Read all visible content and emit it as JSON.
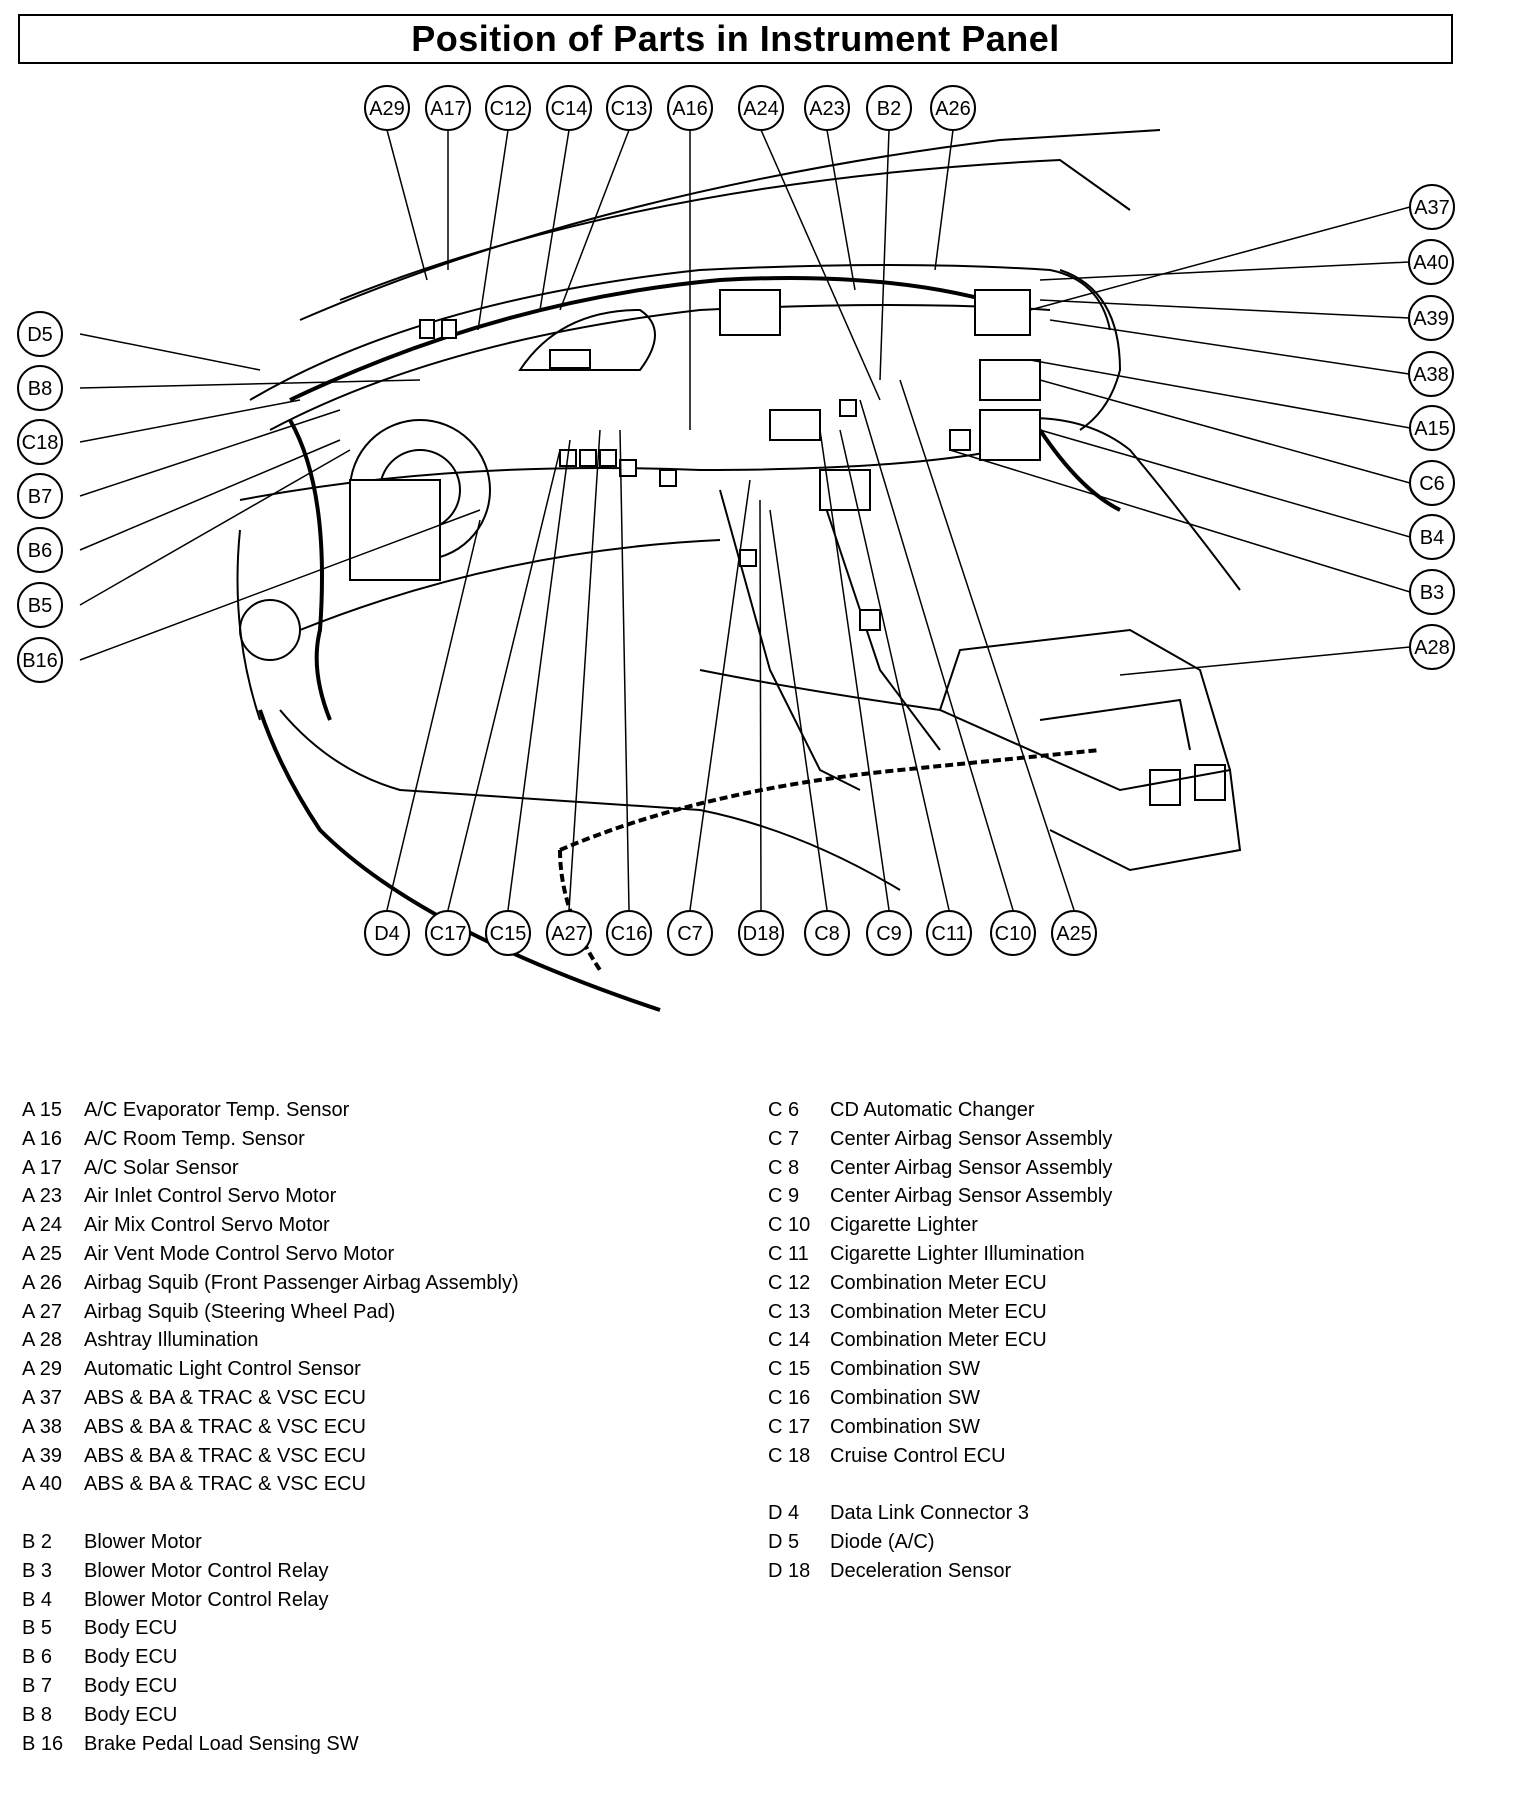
{
  "title": "Position of Parts in Instrument Panel",
  "callouts": {
    "top": [
      "A29",
      "A17",
      "C12",
      "C14",
      "C13",
      "A16",
      "A24",
      "A23",
      "B2",
      "A26"
    ],
    "right": [
      "A37",
      "A40",
      "A39",
      "A38",
      "A15",
      "C6",
      "B4",
      "B3",
      "A28"
    ],
    "left": [
      "D5",
      "B8",
      "C18",
      "B7",
      "B6",
      "B5",
      "B16"
    ],
    "bottom": [
      "D4",
      "C17",
      "C15",
      "A27",
      "C16",
      "C7",
      "D18",
      "C8",
      "C9",
      "C11",
      "C10",
      "A25"
    ]
  },
  "legend_left": [
    {
      "code": "A 15",
      "name": "A/C Evaporator Temp. Sensor"
    },
    {
      "code": "A 16",
      "name": "A/C Room Temp. Sensor"
    },
    {
      "code": "A 17",
      "name": "A/C Solar Sensor"
    },
    {
      "code": "A 23",
      "name": "Air Inlet Control Servo Motor"
    },
    {
      "code": "A 24",
      "name": "Air Mix Control Servo Motor"
    },
    {
      "code": "A 25",
      "name": "Air Vent Mode Control Servo Motor"
    },
    {
      "code": "A 26",
      "name": "Airbag Squib (Front Passenger Airbag Assembly)"
    },
    {
      "code": "A 27",
      "name": "Airbag Squib (Steering Wheel Pad)"
    },
    {
      "code": "A 28",
      "name": "Ashtray Illumination"
    },
    {
      "code": "A 29",
      "name": "Automatic Light Control Sensor"
    },
    {
      "code": "A 37",
      "name": "ABS & BA & TRAC & VSC ECU"
    },
    {
      "code": "A 38",
      "name": "ABS & BA & TRAC & VSC ECU"
    },
    {
      "code": "A 39",
      "name": "ABS & BA & TRAC & VSC ECU"
    },
    {
      "code": "A 40",
      "name": "ABS & BA & TRAC & VSC ECU"
    },
    {
      "code": "",
      "name": ""
    },
    {
      "code": "B  2",
      "name": "Blower Motor"
    },
    {
      "code": "B  3",
      "name": "Blower Motor Control Relay"
    },
    {
      "code": "B  4",
      "name": "Blower Motor Control Relay"
    },
    {
      "code": "B  5",
      "name": "Body ECU"
    },
    {
      "code": "B  6",
      "name": "Body ECU"
    },
    {
      "code": "B  7",
      "name": "Body ECU"
    },
    {
      "code": "B  8",
      "name": "Body ECU"
    },
    {
      "code": "B 16",
      "name": "Brake Pedal Load Sensing SW"
    }
  ],
  "legend_right": [
    {
      "code": "C  6",
      "name": "CD Automatic Changer"
    },
    {
      "code": "C  7",
      "name": "Center Airbag Sensor Assembly"
    },
    {
      "code": "C  8",
      "name": "Center Airbag Sensor Assembly"
    },
    {
      "code": "C  9",
      "name": "Center Airbag Sensor Assembly"
    },
    {
      "code": "C 10",
      "name": "Cigarette Lighter"
    },
    {
      "code": "C 11",
      "name": "Cigarette Lighter Illumination"
    },
    {
      "code": "C 12",
      "name": "Combination Meter ECU"
    },
    {
      "code": "C 13",
      "name": "Combination Meter ECU"
    },
    {
      "code": "C 14",
      "name": "Combination Meter ECU"
    },
    {
      "code": "C 15",
      "name": "Combination SW"
    },
    {
      "code": "C 16",
      "name": "Combination SW"
    },
    {
      "code": "C 17",
      "name": "Combination SW"
    },
    {
      "code": "C 18",
      "name": "Cruise Control ECU"
    },
    {
      "code": "",
      "name": ""
    },
    {
      "code": "D  4",
      "name": "Data Link Connector 3"
    },
    {
      "code": "D  5",
      "name": "Diode (A/C)"
    },
    {
      "code": "D 18",
      "name": "Deceleration Sensor"
    }
  ]
}
